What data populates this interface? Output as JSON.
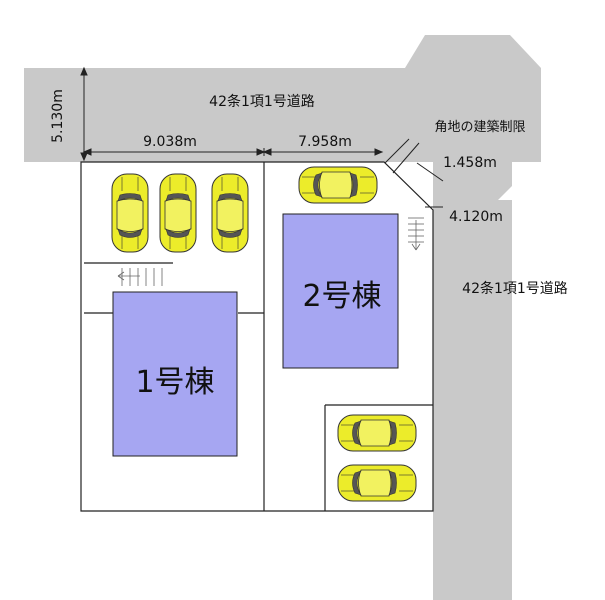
{
  "roads": {
    "north_label": "42条1項1号道路",
    "east_label": "42条1項1号道路"
  },
  "dimensions": {
    "road_width": "5.130m",
    "lot1_frontage": "9.038m",
    "lot2_frontage": "7.958m",
    "corner_cut_a": "1.458m",
    "corner_cut_b": "4.120m",
    "corner_restriction": "角地の建築制限"
  },
  "buildings": [
    {
      "name": "1号棟"
    },
    {
      "name": "2号棟"
    }
  ],
  "colors": {
    "road": "#c9c9c9",
    "building": "#a6a6f2",
    "car": "#ecec2a",
    "line": "#222222"
  },
  "cars": {
    "count": 6
  }
}
